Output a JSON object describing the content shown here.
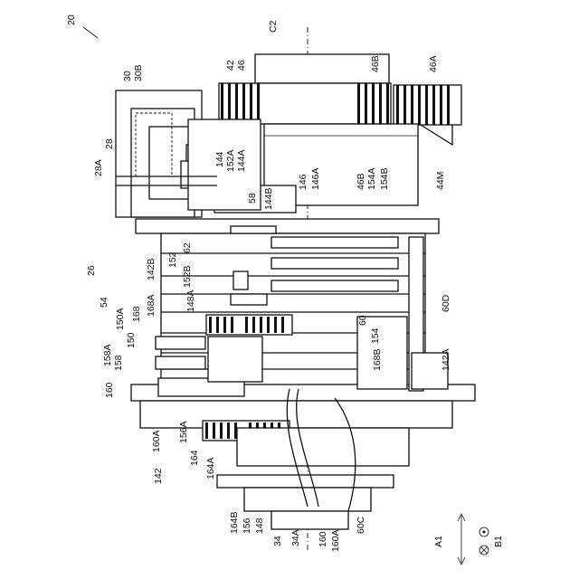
{
  "figure": {
    "ref": "20",
    "axis": "C2",
    "direction_primary": "A1",
    "direction_secondary": "B1",
    "labels": [
      "42",
      "46",
      "46B",
      "46A",
      "30",
      "30B",
      "28A",
      "28",
      "44M",
      "144",
      "152A",
      "144A",
      "58",
      "144B",
      "146",
      "146A",
      "46B",
      "154A",
      "154B",
      "62",
      "152B",
      "152",
      "142B",
      "26",
      "54",
      "168A",
      "148A",
      "150A",
      "168",
      "150",
      "158A",
      "158",
      "60",
      "154",
      "60D",
      "168B",
      "142A",
      "160",
      "160A",
      "156A",
      "164",
      "164A",
      "142",
      "164B",
      "156",
      "148",
      "34",
      "34A",
      "160",
      "160A",
      "60C"
    ]
  }
}
